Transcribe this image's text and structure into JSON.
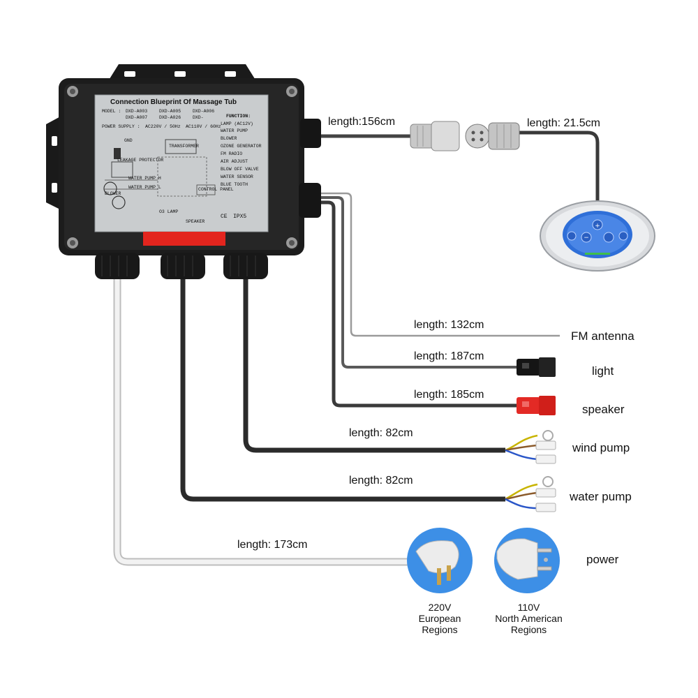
{
  "box": {
    "title": "Connection Blueprint Of Massage Tub",
    "model_label": "MODEL :",
    "models": [
      "DXD-A003",
      "DXD-A005",
      "DXD-A006",
      "DXD-A007",
      "DXD-A026",
      "DXD-"
    ],
    "power_supply_label": "POWER SUPPLY :",
    "power_options": [
      "AC220V / 50Hz",
      "AC110V / 60Hz"
    ],
    "function_label": "FUNCTION:",
    "functions": [
      "LAMP (AC12V)",
      "WATER PUMP",
      "BLOWER",
      "OZONE GENERATOR",
      "FM RADIO",
      "AIR ADJUST",
      "BLOW OFF VALVE",
      "WATER SENSOR",
      "BLUE TOOTH"
    ],
    "diagram_labels": [
      "GND",
      "LEAKAGE PROTECTOR",
      "TRANSFORMER",
      "WATER PUMP H",
      "WATER PUMP L",
      "CONTROL PANEL",
      "O3 LAMP",
      "SPEAKER",
      "BLOWER"
    ],
    "ratings": [
      "CE",
      "IPX5"
    ]
  },
  "cables": {
    "panel": "length:156cm",
    "panel_tail": "length: 21.5cm",
    "fm": "length: 132cm",
    "light": "length: 187cm",
    "speaker": "length: 185cm",
    "wind_pump": "length: 82cm",
    "water_pump": "length: 82cm",
    "power": "length: 173cm"
  },
  "labels": {
    "fm": "FM antenna",
    "light": "light",
    "speaker": "speaker",
    "wind_pump": "wind pump",
    "water_pump": "water pump",
    "power": "power"
  },
  "plugs": {
    "eu": [
      "220V",
      "European",
      "Regions"
    ],
    "us": [
      "110V",
      "North American",
      "Regions"
    ]
  },
  "colors": {
    "box": "#1c1c1c",
    "plate": "#c9ccce",
    "warning": "#e3251e",
    "speaker_connector": "#e32a25",
    "panel_button": "#2f6fd8",
    "plug_circle": "#3d8fe6"
  }
}
